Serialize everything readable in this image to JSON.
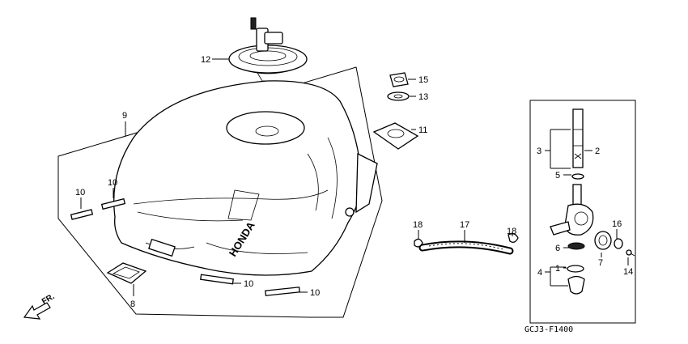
{
  "callouts": [
    "12",
    "9",
    "15",
    "13",
    "11",
    "10",
    "10",
    "10",
    "10",
    "8",
    "18",
    "17",
    "18",
    "3",
    "5",
    "2",
    "6",
    "16",
    "7",
    "14",
    "4",
    "1"
  ],
  "direction_label": "FR.",
  "diagram_code": "GCJ3-F1400",
  "tank_brand": "HONDA"
}
